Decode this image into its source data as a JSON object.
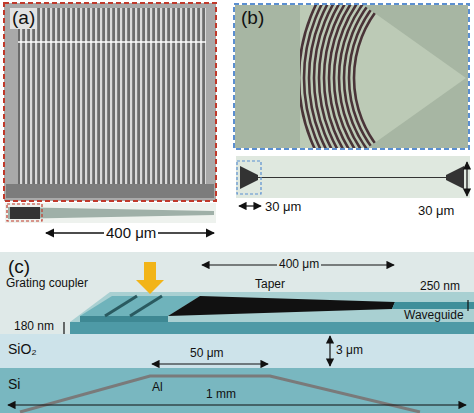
{
  "diagram": {
    "labels": [
      "(a)",
      "400 μm",
      "(b)",
      "30 μm",
      "30 μm",
      "(c)",
      "Grating coupler",
      "400 μm",
      "180 nm",
      "Taper",
      "250 nm",
      "SiO₂",
      "3 μm",
      "Waveguide",
      "Si",
      "Al",
      "50 μm",
      "1 mm"
    ]
  }
}
